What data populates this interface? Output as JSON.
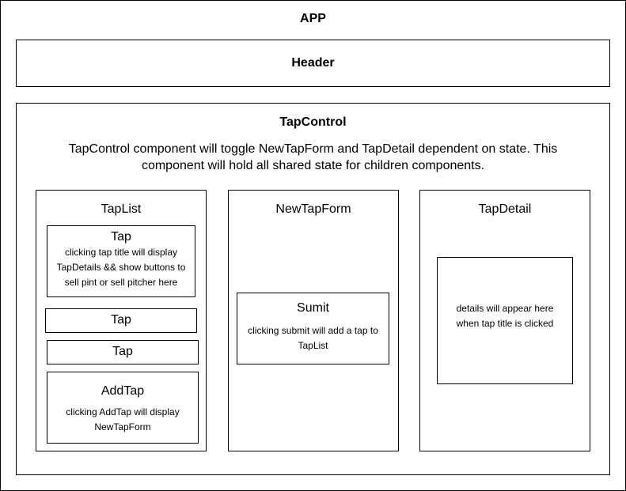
{
  "app": {
    "title": "APP"
  },
  "header": {
    "title": "Header"
  },
  "tap_control": {
    "title": "TapControl",
    "description": "TapControl component will toggle NewTapForm and TapDetail dependent on state. This component will hold all shared state for children components."
  },
  "tap_list": {
    "title": "TapList",
    "taps": [
      {
        "title": "Tap",
        "note": "clicking tap title will display TapDetails && show buttons to sell pint or sell pitcher here"
      },
      {
        "title": "Tap"
      },
      {
        "title": "Tap"
      }
    ],
    "add_tap": {
      "title": "AddTap",
      "note": "clicking AddTap will display NewTapForm"
    }
  },
  "new_tap_form": {
    "title": "NewTapForm",
    "submit": {
      "title": "Sumit",
      "note": "clicking submit will add a tap to TapList"
    }
  },
  "tap_detail": {
    "title": "TapDetail",
    "details": {
      "note": "details will appear here when tap title is clicked"
    }
  }
}
